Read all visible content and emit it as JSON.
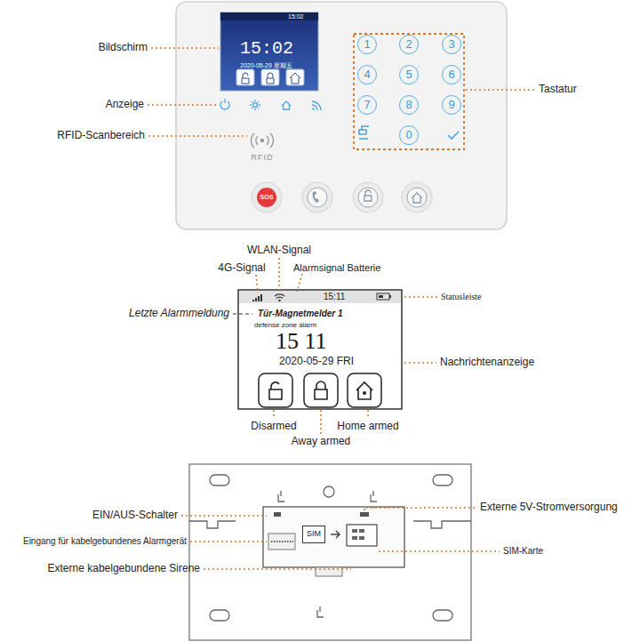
{
  "diagram": {
    "nodes": [
      {
        "text": [
          "15:02",
          "15:02",
          "2020-05-29 星期五"
        ]
      },
      {
        "text": [
          "1"
        ]
      },
      {
        "text": [
          "2"
        ]
      },
      {
        "text": [
          "3"
        ]
      },
      {
        "text": [
          "4"
        ]
      },
      {
        "text": [
          "5"
        ]
      },
      {
        "text": [
          "6"
        ]
      },
      {
        "text": [
          "7"
        ]
      },
      {
        "text": [
          "8"
        ]
      },
      {
        "text": [
          "9"
        ]
      },
      {
        "text": [
          "0"
        ]
      },
      {
        "text": [
          "SOS"
        ]
      },
      {
        "text": [
          "15:11",
          "Tür-Magnetmelder 1",
          "defense zone alarm",
          "15 11",
          "2020-05-29 FRI"
        ]
      },
      {
        "text": [
          "SIM"
        ]
      }
    ],
    "labels": [
      "Bildschirm",
      "Anzeige",
      "RFID-Scanbereich",
      "Tastatur",
      "RFID",
      "WLAN-Signal",
      "4G-Signal",
      "Alarmsignal Batterie",
      "Statusleiste",
      "Letzte Alarmmeldung",
      "Nachrichtenanzeige",
      "Disarmed",
      "Away armed",
      "Home armed",
      "EIN/AUS-Schalter",
      "Eingang für kabelgebundenes Alarmgerät",
      "Externe kabelgebundene Sirene",
      "Externe 5V-Stromversorgung",
      "SIM-Karte"
    ]
  }
}
